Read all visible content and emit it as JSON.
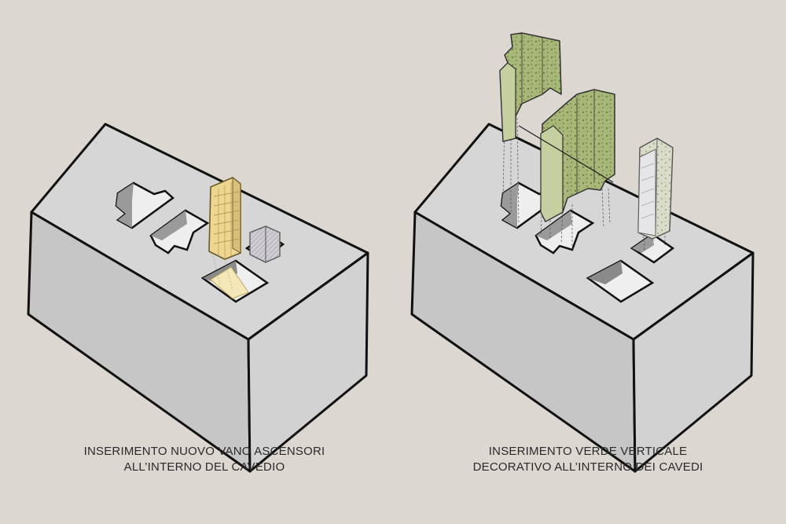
{
  "captions": {
    "left": {
      "line1": "INSERIMENTO NUOVO VANO ASCENSORI",
      "line2": "ALL’INTERNO DEL CAVEDIO"
    },
    "right": {
      "line1": "INSERIMENTO VERDE VERTICALE",
      "line2": "DECORATIVO ALL’INTERNO DEI CAVEDI"
    }
  },
  "colors": {
    "background": "#dcd7d0",
    "block_top": "#d6d6d6",
    "block_left": "#c4c4c4",
    "block_right": "#cfcfcf",
    "elevator_shaft": "#ecd690",
    "green_wall": "#a9b97a",
    "outline": "#111111"
  }
}
